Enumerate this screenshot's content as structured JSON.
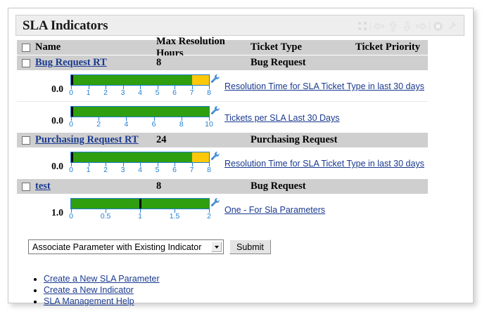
{
  "window": {
    "title": "SLA Indicators",
    "toolbar_icons": [
      "move-icon",
      "arrow-left-icon",
      "arrow-up-icon",
      "arrow-down-icon",
      "arrow-right-icon",
      "close-circle-icon",
      "wrench-icon"
    ]
  },
  "table": {
    "columns": {
      "name": "Name",
      "max_resolution_hours": "Max Resolution Hours",
      "ticket_type": "Ticket Type",
      "ticket_priority": "Ticket Priority"
    },
    "rows": [
      {
        "name": "Bug Request RT",
        "max_resolution_hours": "8",
        "ticket_type": "Bug Request",
        "ticket_priority": ""
      },
      {
        "name": "Purchasing Request RT",
        "max_resolution_hours": "24",
        "ticket_type": "Purchasing Request",
        "ticket_priority": ""
      },
      {
        "name": "test",
        "max_resolution_hours": "8",
        "ticket_type": "Bug Request",
        "ticket_priority": ""
      }
    ]
  },
  "gauges": [
    {
      "value_label": "0.0",
      "link": "Resolution Time for SLA Ticket Type in last 30 days",
      "edit_icon": "wrench-icon"
    },
    {
      "value_label": "0.0",
      "link": "Tickets per SLA Last 30 Days",
      "edit_icon": "wrench-icon"
    },
    {
      "value_label": "0.0",
      "link": "Resolution Time for SLA Ticket Type in last 30 days",
      "edit_icon": "wrench-icon"
    },
    {
      "value_label": "1.0",
      "link": "One - For Sla Parameters",
      "edit_icon": "wrench-icon"
    }
  ],
  "chart_data": [
    {
      "type": "bar",
      "title": "Resolution Time for SLA Ticket Type in last 30 days",
      "orientation": "horizontal-gauge",
      "value": 0.0,
      "value_label": "0.0",
      "xlim": [
        0,
        8
      ],
      "ticks": [
        0,
        1,
        2,
        3,
        4,
        5,
        6,
        7,
        8
      ],
      "tick_labels": [
        "0",
        "1",
        "2",
        "3",
        "4",
        "5",
        "6",
        "7",
        "8"
      ],
      "bands": [
        {
          "from": 0,
          "to": 7,
          "color": "#2f9e0f",
          "name": "ok"
        },
        {
          "from": 7,
          "to": 8,
          "color": "#fdc70a",
          "name": "warning"
        }
      ],
      "marker": 0.0,
      "grid": false
    },
    {
      "type": "bar",
      "title": "Tickets per SLA Last 30 Days",
      "orientation": "horizontal-gauge",
      "value": 0.0,
      "value_label": "0.0",
      "xlim": [
        0,
        10
      ],
      "ticks": [
        0,
        2,
        4,
        6,
        8,
        10
      ],
      "tick_labels": [
        "0",
        "2",
        "4",
        "6",
        "8",
        "10"
      ],
      "bands": [
        {
          "from": 0,
          "to": 10,
          "color": "#2f9e0f",
          "name": "ok"
        }
      ],
      "marker": 0.0,
      "grid": false
    },
    {
      "type": "bar",
      "title": "Resolution Time for SLA Ticket Type in last 30 days",
      "orientation": "horizontal-gauge",
      "value": 0.0,
      "value_label": "0.0",
      "xlim": [
        0,
        8
      ],
      "ticks": [
        0,
        1,
        2,
        3,
        4,
        5,
        6,
        7,
        8
      ],
      "tick_labels": [
        "0",
        "1",
        "2",
        "3",
        "4",
        "5",
        "6",
        "7",
        "8"
      ],
      "bands": [
        {
          "from": 0,
          "to": 7,
          "color": "#2f9e0f",
          "name": "ok"
        },
        {
          "from": 7,
          "to": 8,
          "color": "#fdc70a",
          "name": "warning"
        }
      ],
      "marker": 0.0,
      "grid": false
    },
    {
      "type": "bar",
      "title": "One - For Sla Parameters",
      "orientation": "horizontal-gauge",
      "value": 1.0,
      "value_label": "1.0",
      "xlim": [
        0,
        2
      ],
      "ticks": [
        0,
        0.5,
        1,
        1.5,
        2
      ],
      "tick_labels": [
        "0",
        "0.5",
        "1",
        "1.5",
        "2"
      ],
      "bands": [
        {
          "from": 0,
          "to": 2,
          "color": "#2f9e0f",
          "name": "ok"
        }
      ],
      "marker": 1.0,
      "grid": false
    }
  ],
  "form": {
    "select_value": "Associate Parameter with Existing Indicator",
    "submit_label": "Submit"
  },
  "footer_links": [
    "Create a New SLA Parameter",
    "Create a New Indicator",
    "SLA Management Help"
  ],
  "colors": {
    "ok": "#2f9e0f",
    "warning": "#fdc70a",
    "axis": "#1f7fd4",
    "link": "#1a3a8f",
    "row_header": "#cfcfcf"
  }
}
